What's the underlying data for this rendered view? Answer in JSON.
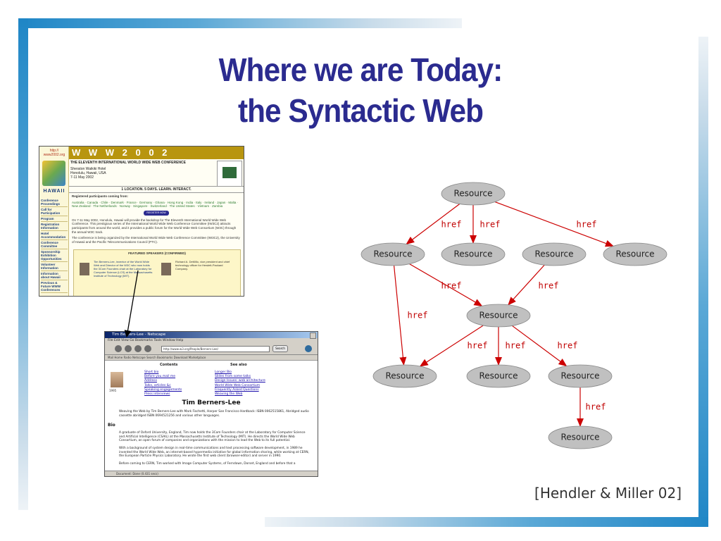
{
  "slide": {
    "title_line1": "Where we are Today:",
    "title_line2": "the Syntactic Web",
    "citation": "[Hendler & Miller 02]"
  },
  "www2002_screenshot": {
    "url_label": "http:// www2002.org",
    "banner": "W W W 2 0 0 2",
    "conference_name": "THE ELEVENTH INTERNATIONAL WORLD WIDE WEB CONFERENCE",
    "venue": "Sheraton Waikiki Hotel",
    "city": "Honolulu, Hawaii, USA",
    "dates": "7-11 May 2002",
    "hawaii": "HAWAII",
    "tagline": "1 LOCATION. 5 DAYS. LEARN. INTERACT.",
    "registered_heading": "Registered participants coming from:",
    "countries": "Australia · Canada · Chile · Denmark · France · Germany · Ghana · Hong Kong · India · Italy · Ireland · Japan · Malta · New Zealand · The Netherlands · Norway · Singapore · Switzerland · The United States · Vietnam · Zambia",
    "register_button": "REGISTER NOW",
    "intro_text": "On 7-11 May 2002, Honolulu, Hawaii will provide the backdrop for The Eleventh International World Wide Web Conference. This prestigious series of the International World Wide Web Conference Committee (IW3C2) attracts participants from around the world, and it provides a public forum for the World Wide Web Consortium (W3C) through the annual W3C track.",
    "organizers_text": "The conference is being organized by the International World Wide Web Conference Committee (IW3C2), the University of Hawaii and the Pacific Telecommunications Council (PTC).",
    "featured_heading": "FEATURED SPEAKERS (CONFIRMED)",
    "speaker1": "Tim Berners-Lee, inventor of the World Wide Web and Director of the W3C who now holds the 3Com Founders chair at the Laboratory for Computer Science (LCS) at the Massachusetts Institute of Technology (MIT).",
    "speaker2": "Richard A. DeMillo, vice president and chief technology officer for Hewlett-Packard Company.",
    "nav": [
      "Conference Proceedings",
      "Call for Participation",
      "Program",
      "Registration Information",
      "Hotel Accommodation",
      "Conference Committee",
      "Sponsorship Exhibition Opportunities",
      "Volunteer Information",
      "Information about Hawaii",
      "Previous & Future WWW Conferences"
    ]
  },
  "tbl_screenshot": {
    "window_title": "Tim Berners-Lee - Netscape",
    "menu": "File  Edit  View  Go  Bookmarks  Tools  Window  Help",
    "address": "http://www.w3.org/People/Berners-Lee/",
    "search_button": "Search",
    "bookmarks_bar": "Mail  Home  Radio  Netscape  Search  Bookmarks  Download  Marketplace",
    "contents_heading": "Contents",
    "see_also_heading": "See also",
    "contents_links": [
      "Short bio",
      "Before you mail me",
      "Address",
      "Talks, articles &c",
      "Speaking engagements",
      "Press interviews"
    ],
    "see_also_links": [
      "Longer Bio",
      "Slides from some talks",
      "Design Issues: web architecture",
      "World Wide Web Consortium",
      "Frequently Asked Questions",
      "Weaving the Web"
    ],
    "photo_year": "1995",
    "name_heading": "Tim Berners-Lee",
    "weaving_text": "Weaving the Web by Tim Berners-Lee with Mark Fischetti, Harper San Francisco Hardback: ISBN 0062515861, Abridged audio cassette abridged ISBN 0694521256 and various other languages.",
    "bio_heading": "Bio",
    "bio_p1": "A graduate of Oxford University, England, Tim now holds the 3Com Founders chair at the Laboratory for Computer Science and Artificial Intelligence (CSAIL) at the Massachusetts Institute of Technology (MIT). He directs the World Wide Web Consortium, an open forum of companies and organizations with the mission to lead the Web to its full potential.",
    "bio_p2": "With a background of system design in real-time communications and text processing software development, in 1989 he invented the World Wide Web, an internet-based hypermedia initiative for global information sharing, while working at CERN, the European Particle Physics Laboratory. He wrote the first web client (browser-editor) and server in 1990.",
    "bio_p3": "Before coming to CERN, Tim worked with Image Computer Systems, of Ferndown, Dorset, England and before that a",
    "status": "Document: Done (0.431 secs)"
  },
  "graph": {
    "colors": {
      "node_fill": "#c0c0c0",
      "node_stroke": "#888888",
      "edge": "#cc0000",
      "title": "#2b2b8f"
    },
    "nodes": [
      {
        "id": "r1",
        "label": "Resource"
      },
      {
        "id": "r2",
        "label": "Resource"
      },
      {
        "id": "r3",
        "label": "Resource"
      },
      {
        "id": "r4",
        "label": "Resource"
      },
      {
        "id": "r5",
        "label": "Resource"
      },
      {
        "id": "r6",
        "label": "Resource"
      },
      {
        "id": "r7",
        "label": "Resource"
      },
      {
        "id": "r8",
        "label": "Resource"
      },
      {
        "id": "r9",
        "label": "Resource"
      },
      {
        "id": "r10",
        "label": "Resource"
      }
    ],
    "edges": [
      {
        "from": "r1",
        "to": "r2",
        "label": "href"
      },
      {
        "from": "r1",
        "to": "r3",
        "label": "href"
      },
      {
        "from": "r1",
        "to": "r5",
        "label": "href"
      },
      {
        "from": "r2",
        "to": "r6",
        "label": "href"
      },
      {
        "from": "r4",
        "to": "r6",
        "label": "href"
      },
      {
        "from": "r2",
        "to": "r7",
        "label": "href"
      },
      {
        "from": "r6",
        "to": "r7",
        "label": "href"
      },
      {
        "from": "r6",
        "to": "r8",
        "label": "href"
      },
      {
        "from": "r6",
        "to": "r9",
        "label": "href"
      },
      {
        "from": "r9",
        "to": "r10",
        "label": "href"
      }
    ]
  }
}
